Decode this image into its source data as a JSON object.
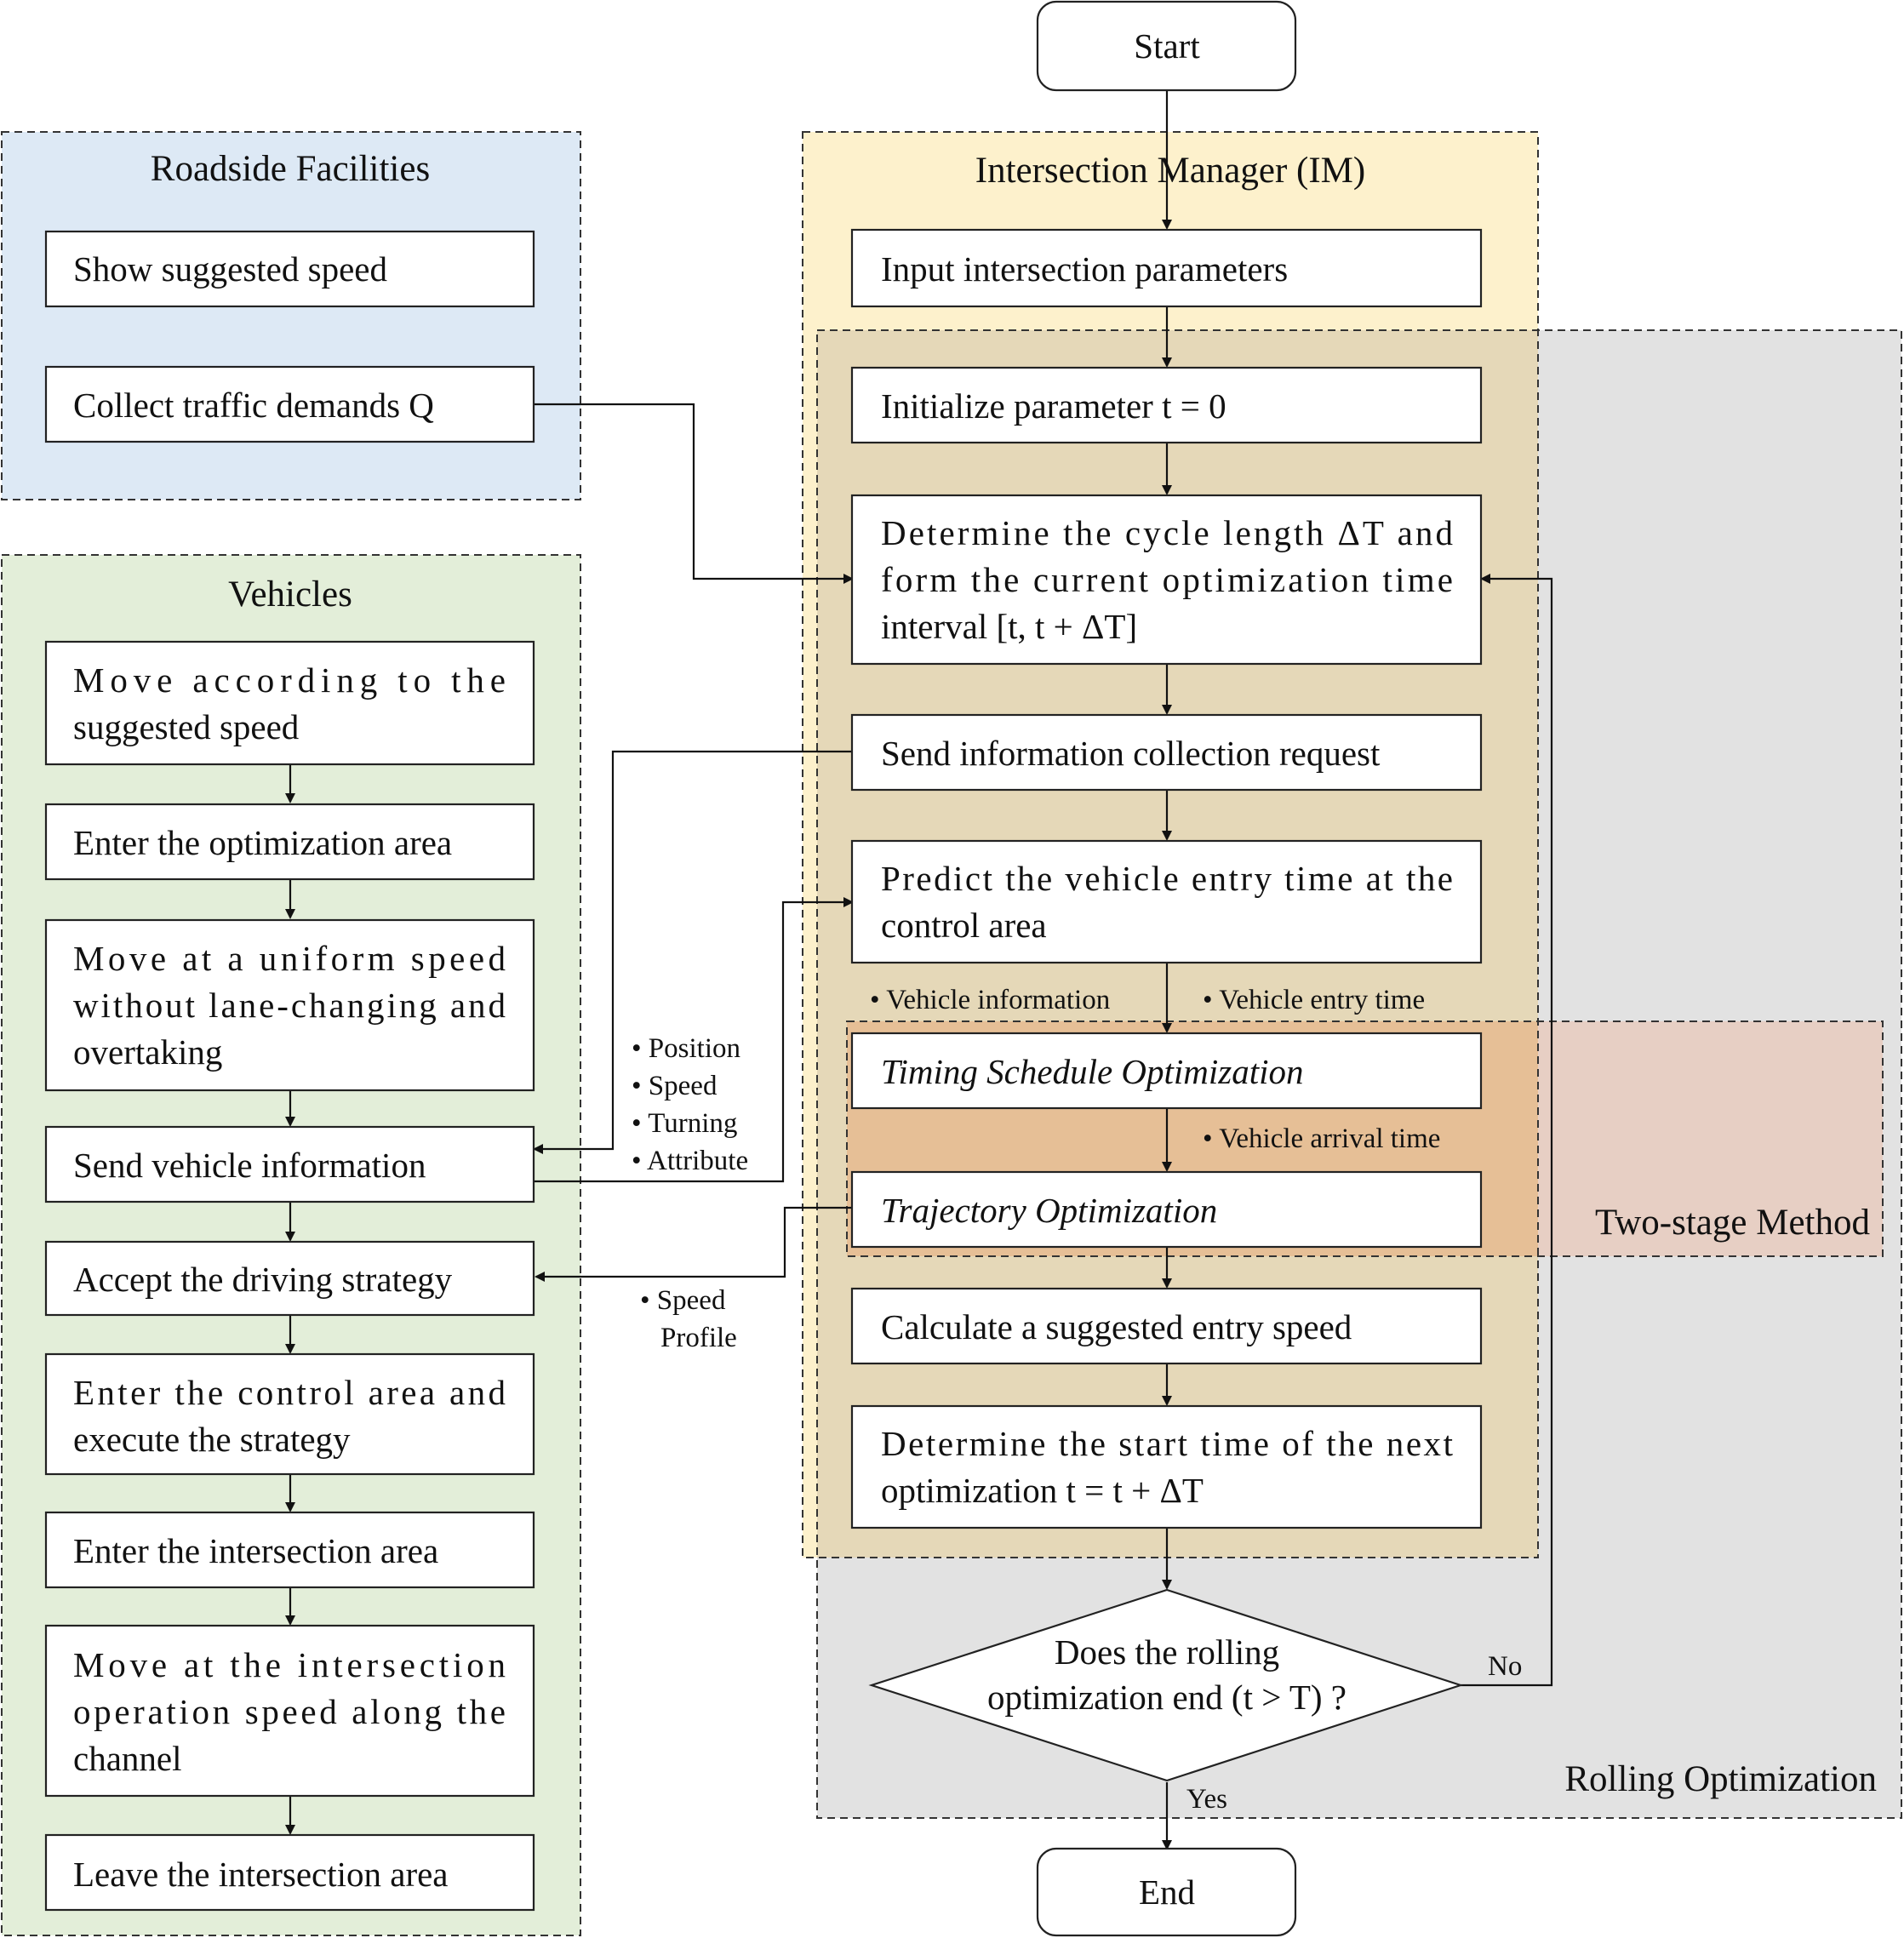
{
  "colors": {
    "roadside_fill": "#dde9f5",
    "vehicles_fill": "#e3eed9",
    "im_fill": "#fdf1cc",
    "overlap_fill": "#e5d8b8",
    "rolling_fill": "#e2e2e2",
    "twostage_fill": "#e6b99f",
    "twostage_im_fill": "#e6bf96",
    "twostage_rolling_fill": "#e7cfc4"
  },
  "regions": {
    "roadside": {
      "title": "Roadside Facilities"
    },
    "vehicles": {
      "title": "Vehicles"
    },
    "im": {
      "title": "Intersection Manager (IM)"
    },
    "rolling": {
      "title": "Rolling Optimization"
    },
    "twostage": {
      "title": "Two-stage Method"
    }
  },
  "terminals": {
    "start": "Start",
    "end": "End"
  },
  "roadside_nodes": {
    "show_speed": "Show suggested speed",
    "collect_demands": "Collect traffic demands Q"
  },
  "vehicle_nodes": {
    "move_suggested": [
      "Move according to the",
      "suggested speed"
    ],
    "enter_optimization": "Enter the optimization area",
    "move_uniform": [
      "Move at a uniform speed",
      "without lane-changing and",
      "overtaking"
    ],
    "send_info": "Send vehicle information",
    "accept_strategy": "Accept the driving strategy",
    "enter_control": [
      "Enter the control area and",
      "execute the strategy"
    ],
    "enter_intersection": "Enter the intersection area",
    "move_intersection": [
      "Move at the intersection",
      "operation speed along the",
      "channel"
    ],
    "leave_intersection": "Leave the intersection area"
  },
  "im_nodes": {
    "input_params": "Input intersection parameters",
    "initialize": "Initialize parameter t = 0",
    "determine_cycle": [
      "Determine the cycle length ΔT and",
      "form the current optimization time",
      "interval [t, t + ΔT]"
    ],
    "send_request": "Send information collection request",
    "predict_entry": [
      "Predict the vehicle entry time at the",
      "control area"
    ],
    "timing_schedule": "Timing Schedule Optimization",
    "trajectory": "Trajectory Optimization",
    "calc_speed": "Calculate a suggested entry speed",
    "determine_start": [
      "Determine the start time of the next",
      "optimization t = t + ΔT"
    ]
  },
  "decision": {
    "lines": [
      "Does the rolling",
      "optimization end (t > T) ?"
    ],
    "no_label": "No",
    "yes_label": "Yes"
  },
  "edge_labels": {
    "vehicle_info": "• Vehicle information",
    "vehicle_entry_time": "• Vehicle entry time",
    "vehicle_arrival_time": "• Vehicle arrival time",
    "vehicle_attributes": [
      "• Position",
      "• Speed",
      "• Turning",
      "• Attribute"
    ],
    "speed_profile": [
      "• Speed",
      "Profile"
    ]
  }
}
